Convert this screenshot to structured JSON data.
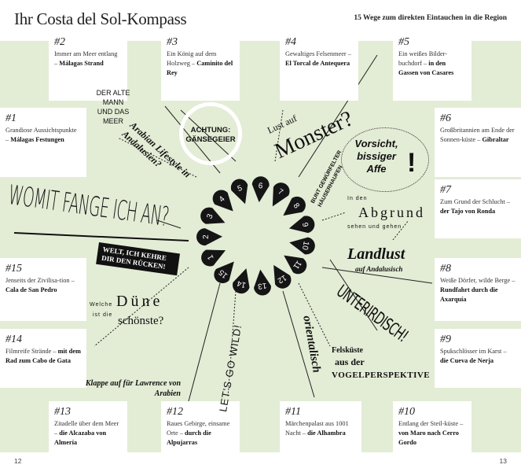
{
  "header": {
    "title": "Ihr Costa del Sol-Kompass",
    "subtitle": "15 Wege zum direkten Eintauchen in die Region"
  },
  "cards": [
    {
      "num": "#1",
      "text": "Grandiose Aussichtspunkte –",
      "bold": "Málagas Festungen"
    },
    {
      "num": "#2",
      "text": "Immer am Meer entlang –",
      "bold": "Málagas Strand"
    },
    {
      "num": "#3",
      "text": "Ein König auf dem Holzweg –",
      "bold": "Caminito del Rey"
    },
    {
      "num": "#4",
      "text": "Gewaltiges Felsenmeer –",
      "bold": "El Torcal de Antequera"
    },
    {
      "num": "#5",
      "text": "Ein weißes Bilder-buchdorf –",
      "bold": "in den Gassen von Casares"
    },
    {
      "num": "#6",
      "text": "Großbritannien am Ende der Sonnen-küste –",
      "bold": "Gibraltar"
    },
    {
      "num": "#7",
      "text": "Zum Grund der Schlucht –",
      "bold": "der Tajo von Ronda"
    },
    {
      "num": "#8",
      "text": "Weiße Dörfer, wilde Berge –",
      "bold": "Rundfahrt durch die Axarquía"
    },
    {
      "num": "#9",
      "text": "Spukschlösser im Karst –",
      "bold": "die Cueva de Nerja"
    },
    {
      "num": "#10",
      "text": "Entlang der Steil-küste –",
      "bold": "von Maro nach Cerro Gordo"
    },
    {
      "num": "#11",
      "text": "Märchenpalast aus 1001 Nacht –",
      "bold": "die Alhambra"
    },
    {
      "num": "#12",
      "text": "Raues Gebirge, einsame Orte –",
      "bold": "durch die Alpujarras"
    },
    {
      "num": "#13",
      "text": "Zitadelle über dem Meer –",
      "bold": "die Alcazaba von Almería"
    },
    {
      "num": "#14",
      "text": "Filmreife Strände –",
      "bold": "mit dem Rad zum Cabo de Gata"
    },
    {
      "num": "#15",
      "text": "Jenseits der Zivilisa-tion –",
      "bold": "Cala de San Pedro"
    }
  ],
  "petals": [
    "1",
    "2",
    "3",
    "4",
    "5",
    "6",
    "7",
    "8",
    "9",
    "10",
    "11",
    "12",
    "13",
    "14",
    "15"
  ],
  "deco": {
    "main": "WOMIT FANGE ICH AN?",
    "alte": "DER ALTE MANN UND DAS MEER",
    "geier": "ACHTUNG: GÄNSEGEIER",
    "arabian": "Arabian Lifestyle in Andalusien?",
    "monster_a": "Lust auf",
    "monster_b": "Monster?",
    "haeuser": "BUNT GEWÜRFELTER HÄUSERHAUFEN",
    "affe": "Vorsicht, bissiger Affe",
    "affe_mark": "!",
    "abgrund_a": "In den",
    "abgrund_b": "Abgrund",
    "abgrund_c": "sehen und gehen",
    "welt": "WELT, ICH KEHRE DIR DEN RÜCKEN!",
    "landlust_a": "Landlust",
    "landlust_b": "auf Andalusisch",
    "unter": "UNTERIRDISCH!",
    "duene_a": "Welche",
    "duene_b": "Düne",
    "duene_c": "ist die",
    "duene_d": "schönste?",
    "wild": "LET'S GO WILD!",
    "orient": "orientalisch",
    "fels_a": "Felsküste",
    "fels_b": "aus der",
    "fels_c": "VOGELPERSPEKTIVE",
    "lawrence": "Klappe auf für Lawrence von Arabien"
  },
  "pages": {
    "left": "12",
    "right": "13"
  },
  "colors": {
    "background": "#e3ecd5",
    "petal": "#151515"
  }
}
